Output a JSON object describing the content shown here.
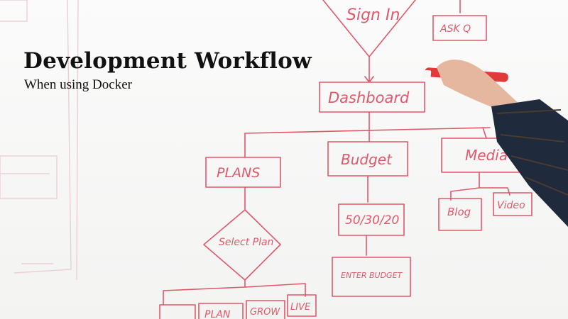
{
  "slide": {
    "title": "Development Workflow",
    "subtitle": "When using Docker"
  },
  "whiteboard": {
    "nodes": {
      "sign_in": "Sign In",
      "ask_q": "ASK Q",
      "dashboard": "Dashboard",
      "plans": "PLANS",
      "budget": "Budget",
      "media": "Media",
      "split": "50/30/20",
      "enter_budget": "ENTER BUDGET",
      "blog": "Blog",
      "video": "Video",
      "select_plan": "Select Plan",
      "plan": "PLAN",
      "grow": "GROW",
      "live": "LIVE"
    },
    "ink_color": "#e0596a"
  }
}
